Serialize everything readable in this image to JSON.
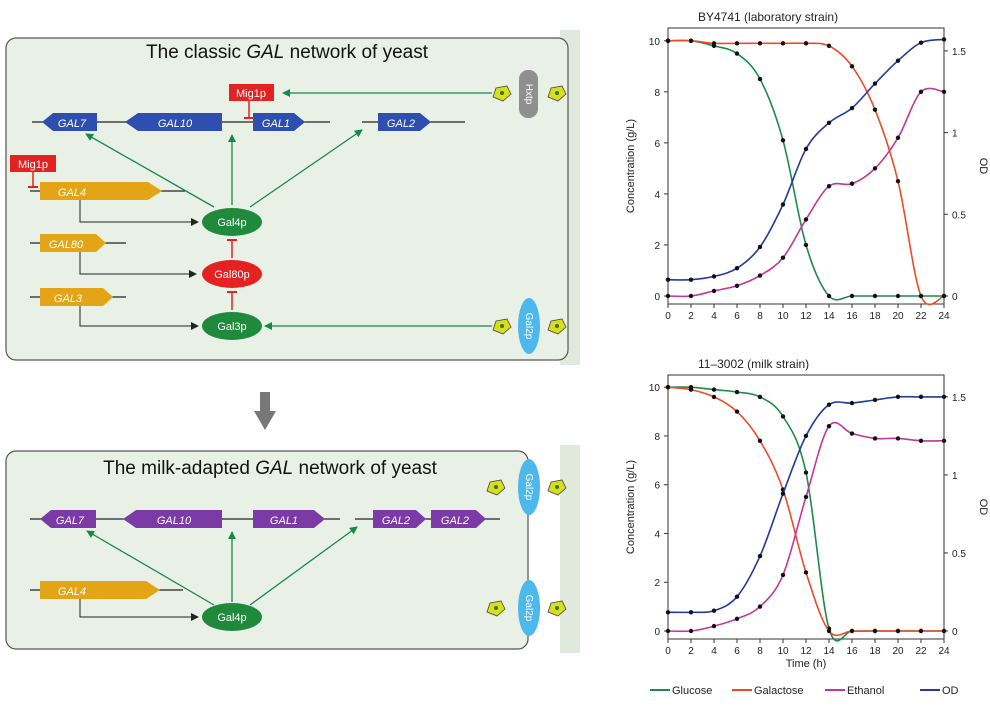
{
  "network": {
    "classic": {
      "title_pre": "The classic ",
      "title_em": "GAL",
      "title_post": " network of yeast",
      "genes": [
        "GAL7",
        "GAL10",
        "GAL1",
        "GAL2",
        "GAL4",
        "GAL80",
        "GAL3"
      ],
      "proteins": [
        "Gal4p",
        "Gal80p",
        "Gal3p"
      ],
      "repressor": "Mig1p",
      "transporters": [
        "Hxtp",
        "Gal2p"
      ]
    },
    "milk": {
      "title_pre": "The milk-adapted ",
      "title_em": "GAL",
      "title_post": " network of yeast",
      "genes": [
        "GAL7",
        "GAL10",
        "GAL1",
        "GAL2",
        "GAL2",
        "GAL4"
      ],
      "proteins": [
        "Gal4p"
      ],
      "transporters": [
        "Gal2p",
        "Gal2p"
      ]
    },
    "colors": {
      "panel_fill": "#e9f1e6",
      "outer_fill": "#dfe9dc",
      "arrow_green": "#16894a",
      "gene_blue": "#2f4fb0",
      "gene_gold": "#e3a515",
      "gene_purple": "#7c3aa6",
      "prot_green": "#1f8a3c",
      "prot_red": "#e32222",
      "transporter_grey": "#8f8f8f",
      "transporter_blue": "#4cb8ec",
      "sugar_fill": "#d9dd1a"
    }
  },
  "charts": [
    {
      "title": "BY4741 (laboratory strain)",
      "ylabel": "Concentration (g/L)",
      "y2label": "OD",
      "xlabel": "",
      "x_ticks": [
        0,
        2,
        4,
        6,
        8,
        10,
        12,
        14,
        16,
        18,
        20,
        22,
        24
      ],
      "y_ticks": [
        0,
        2,
        4,
        6,
        8,
        10
      ],
      "y2_ticks": [
        "0",
        "0.5",
        "1",
        "1.5"
      ]
    },
    {
      "title": "11-3002 (milk strain)",
      "ylabel": "Concentration (g/L)",
      "y2label": "OD",
      "xlabel": "Time (h)",
      "x_ticks": [
        0,
        2,
        4,
        6,
        8,
        10,
        12,
        14,
        16,
        18,
        20,
        22,
        24
      ],
      "y_ticks": [
        0,
        2,
        4,
        6,
        8,
        10
      ],
      "y2_ticks": [
        "0",
        "0.5",
        "1",
        "1.5"
      ]
    }
  ],
  "chart_data": [
    {
      "type": "line",
      "title": "BY4741 (laboratory strain)",
      "xlabel": "",
      "ylabel": "Concentration (g/L)",
      "y2label": "OD",
      "xlim": [
        0,
        24
      ],
      "ylim": [
        0,
        10.5
      ],
      "y2lim": [
        0,
        1.64
      ],
      "x": [
        0,
        2,
        4,
        6,
        8,
        10,
        12,
        14,
        16,
        18,
        20,
        22,
        24
      ],
      "series": [
        {
          "name": "Glucose",
          "color": "#1e8a4a",
          "axis": "left",
          "values": [
            10.0,
            10.0,
            9.8,
            9.5,
            8.5,
            6.1,
            2.0,
            0,
            0,
            0,
            0,
            0,
            0
          ]
        },
        {
          "name": "Galactose",
          "color": "#ee4a25",
          "axis": "left",
          "values": [
            10.0,
            10.0,
            9.9,
            9.9,
            9.9,
            9.9,
            9.9,
            9.8,
            9.0,
            7.3,
            4.5,
            0,
            0
          ]
        },
        {
          "name": "Ethanol",
          "color": "#c2359b",
          "axis": "left",
          "values": [
            0,
            0,
            0.2,
            0.4,
            0.8,
            1.5,
            3.0,
            4.3,
            4.4,
            5.0,
            6.2,
            8.0,
            8.0
          ]
        },
        {
          "name": "OD",
          "color": "#23399c",
          "axis": "right",
          "values": [
            0.1,
            0.1,
            0.12,
            0.17,
            0.3,
            0.56,
            0.9,
            1.06,
            1.15,
            1.3,
            1.44,
            1.55,
            1.57
          ]
        }
      ]
    },
    {
      "type": "line",
      "title": "11-3002 (milk strain)",
      "xlabel": "Time (h)",
      "ylabel": "Concentration (g/L)",
      "y2label": "OD",
      "xlim": [
        0,
        24
      ],
      "ylim": [
        0,
        10.5
      ],
      "y2lim": [
        0,
        1.64
      ],
      "x": [
        0,
        2,
        4,
        6,
        8,
        10,
        12,
        14,
        16,
        18,
        20,
        22,
        24
      ],
      "series": [
        {
          "name": "Glucose",
          "color": "#1e8a4a",
          "axis": "left",
          "values": [
            10.0,
            10.0,
            9.9,
            9.8,
            9.6,
            8.8,
            6.5,
            0.1,
            0,
            0,
            0,
            0,
            0
          ]
        },
        {
          "name": "Galactose",
          "color": "#ee4a25",
          "axis": "left",
          "values": [
            10.0,
            9.9,
            9.6,
            9.0,
            7.8,
            5.8,
            2.4,
            0,
            0,
            0,
            0,
            0,
            0
          ]
        },
        {
          "name": "Ethanol",
          "color": "#c2359b",
          "axis": "left",
          "values": [
            0,
            0,
            0.2,
            0.5,
            1.0,
            2.3,
            5.5,
            8.4,
            8.1,
            7.9,
            7.9,
            7.8,
            7.8
          ]
        },
        {
          "name": "OD",
          "color": "#23399c",
          "axis": "right",
          "values": [
            0.12,
            0.12,
            0.13,
            0.22,
            0.48,
            0.88,
            1.25,
            1.45,
            1.46,
            1.48,
            1.5,
            1.5,
            1.5
          ]
        }
      ]
    }
  ],
  "legend": {
    "entries": [
      {
        "label": "Glucose",
        "color": "#1e8a4a"
      },
      {
        "label": "Galactose",
        "color": "#ee4a25"
      },
      {
        "label": "Ethanol",
        "color": "#c2359b"
      },
      {
        "label": "OD",
        "color": "#23399c"
      }
    ]
  }
}
